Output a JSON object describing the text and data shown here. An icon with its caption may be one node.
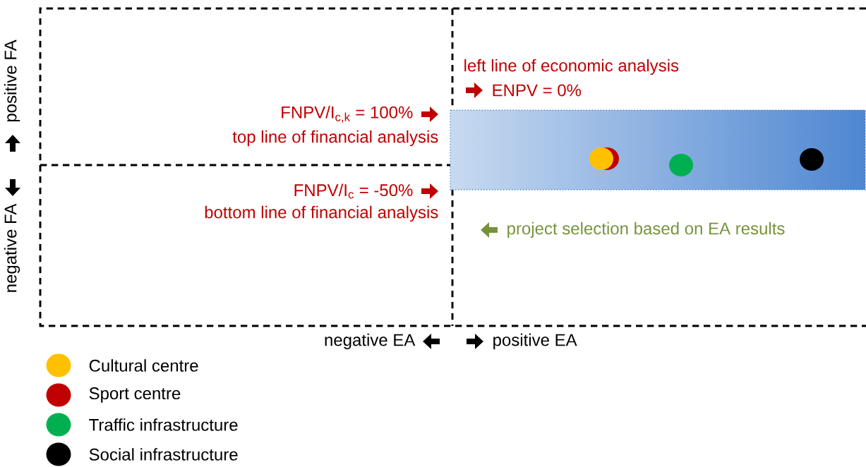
{
  "diagram": {
    "labels": [
      "positive FA",
      "negative FA",
      "FNPV/I$_{c,k}$ = 100%",
      "top line of financial analysis",
      "FNPV/I$_{c}$ = -50%",
      "bottom line of financial analysis",
      "left line of economic analysis",
      "ENPV = 0%",
      "project selection based on EA results",
      "negative EA",
      "positive EA"
    ],
    "legend": [
      {
        "text": "Cultural centre",
        "color": "#ffc000"
      },
      {
        "text": "Sport centre",
        "color": "#c00000"
      },
      {
        "text": "Traffic infrastructure",
        "color": "#00b050"
      },
      {
        "text": "Social infrastructure",
        "color": "#000000"
      }
    ]
  }
}
